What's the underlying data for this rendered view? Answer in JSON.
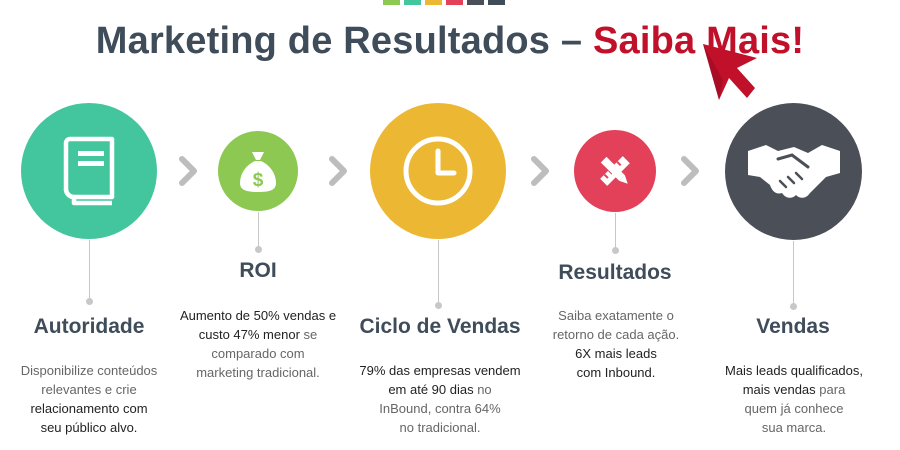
{
  "colors": {
    "teal": "#43c59e",
    "green": "#8dc852",
    "yellow": "#ecb833",
    "red": "#e3405a",
    "dark": "#4b5058",
    "title": "#3f4c5a",
    "accent": "#c0102a",
    "bar": [
      "#8dc852",
      "#43c59e",
      "#ecb833",
      "#e3405a",
      "#4b5058",
      "#3f4c5a"
    ]
  },
  "title": {
    "main": "Marketing de Resultados – ",
    "accent": "Saiba Mais!"
  },
  "steps": [
    {
      "heading": "Autoridade",
      "icon": "book-icon",
      "lines": [
        [
          {
            "t": "Disponibilize conteúdos",
            "b": false
          }
        ],
        [
          {
            "t": "relevantes  e crie",
            "b": false
          }
        ],
        [
          {
            "t": "relacionamento com",
            "b": true
          }
        ],
        [
          {
            "t": "seu público alvo.",
            "b": true
          }
        ]
      ]
    },
    {
      "heading": "ROI",
      "icon": "money-bag-icon",
      "lines": [
        [
          {
            "t": "Aumento de 50% vendas e",
            "b": true
          }
        ],
        [
          {
            "t": "custo 47% menor",
            "b": true
          },
          {
            "t": " se",
            "b": false
          }
        ],
        [
          {
            "t": "comparado com",
            "b": false
          }
        ],
        [
          {
            "t": "marketing tradicional.",
            "b": false
          }
        ]
      ]
    },
    {
      "heading": "Ciclo de Vendas",
      "icon": "clock-icon",
      "lines": [
        [
          {
            "t": "79% das empresas vendem",
            "b": true
          }
        ],
        [
          {
            "t": "em até 90 dias",
            "b": true
          },
          {
            "t": "  no",
            "b": false
          }
        ],
        [
          {
            "t": "InBound, contra 64%",
            "b": false
          }
        ],
        [
          {
            "t": "no tradicional.",
            "b": false
          }
        ]
      ]
    },
    {
      "heading": "Resultados",
      "icon": "pencil-ruler-icon",
      "lines": [
        [
          {
            "t": "Saiba exatamente  o",
            "b": false
          }
        ],
        [
          {
            "t": "retorno  de cada ação.",
            "b": false
          }
        ],
        [
          {
            "t": "6X mais leads",
            "b": true
          }
        ],
        [
          {
            "t": "com Inbound.",
            "b": true
          }
        ]
      ]
    },
    {
      "heading": "Vendas",
      "icon": "handshake-icon",
      "lines": [
        [
          {
            "t": "Mais leads qualificados,",
            "b": true
          }
        ],
        [
          {
            "t": "mais vendas",
            "b": true
          },
          {
            "t": " para",
            "b": false
          }
        ],
        [
          {
            "t": "quem já conhece",
            "b": false
          }
        ],
        [
          {
            "t": "sua marca.",
            "b": false
          }
        ]
      ]
    }
  ]
}
